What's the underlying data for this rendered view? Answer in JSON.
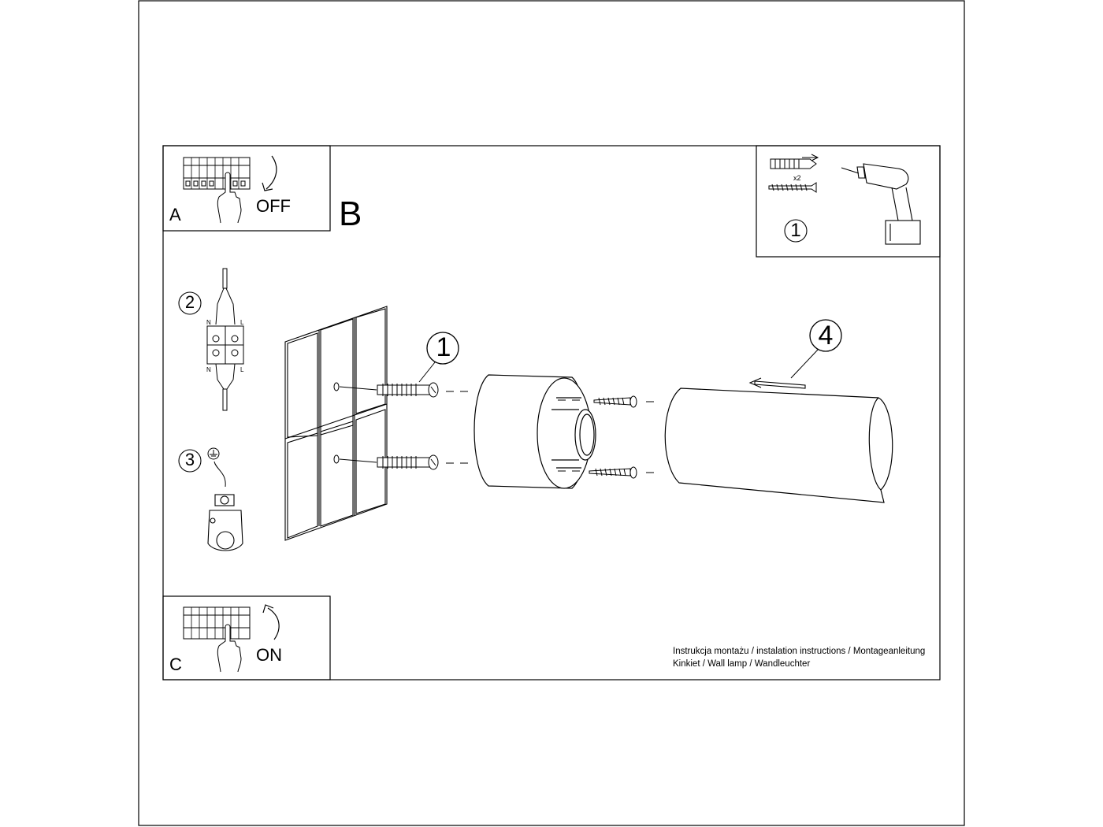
{
  "panel_a": {
    "letter": "A",
    "action": "OFF"
  },
  "panel_b": {
    "letter": "B"
  },
  "panel_c": {
    "letter": "C",
    "action": "ON"
  },
  "tools": {
    "quantity": "x2",
    "step": "1"
  },
  "steps": {
    "wiring": "2",
    "ground": "3",
    "fixing": "1",
    "shade": "4"
  },
  "terminal_labels": {
    "neutral": "N",
    "live": "L"
  },
  "footer": {
    "line1": "Instrukcja montażu / instalation instructions / Montageanleitung",
    "line2": "Kinkiet / Wall lamp / Wandleuchter"
  }
}
